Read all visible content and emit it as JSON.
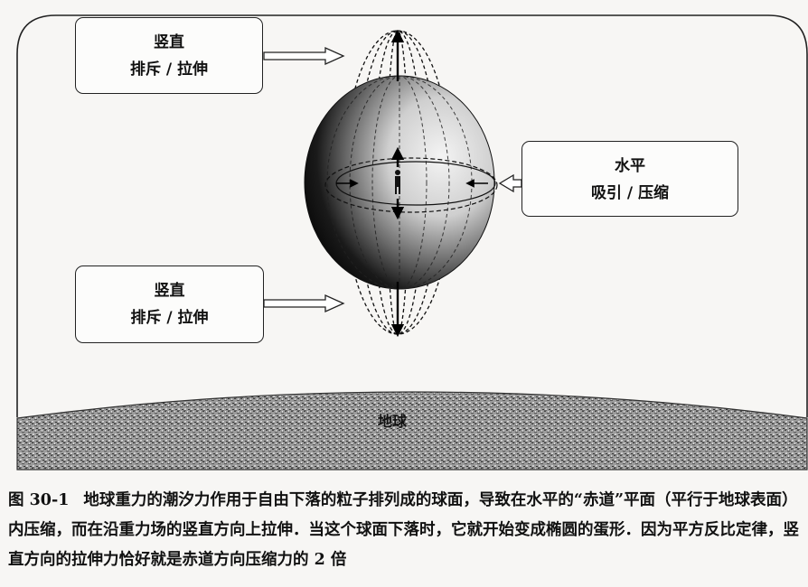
{
  "boxes": {
    "top": {
      "line1": "竖直",
      "line2": "排斥 / 拉伸"
    },
    "right": {
      "line1": "水平",
      "line2": "吸引 / 压缩"
    },
    "bottom": {
      "line1": "竖直",
      "line2": "排斥 / 拉伸"
    }
  },
  "earth_label": "地球",
  "caption": {
    "figure_number": "图 30-1",
    "text": "地球重力的潮汐力作用于自由下落的粒子排列成的球面，导致在水平的“赤道”平面（平行于地球表面）内压缩，而在沿重力场的竖直方向上拉伸．当这个球面下落时，它就开始变成椭圆的蛋形．因为平方反比定律，竖直方向的拉伸力恰好就是赤道方向压缩力的 2 倍"
  },
  "colors": {
    "frame": "#222222",
    "sphere_dark": "#0a0a0a",
    "sphere_light": "#f2f2f2",
    "ground": "#8a8a8a"
  }
}
